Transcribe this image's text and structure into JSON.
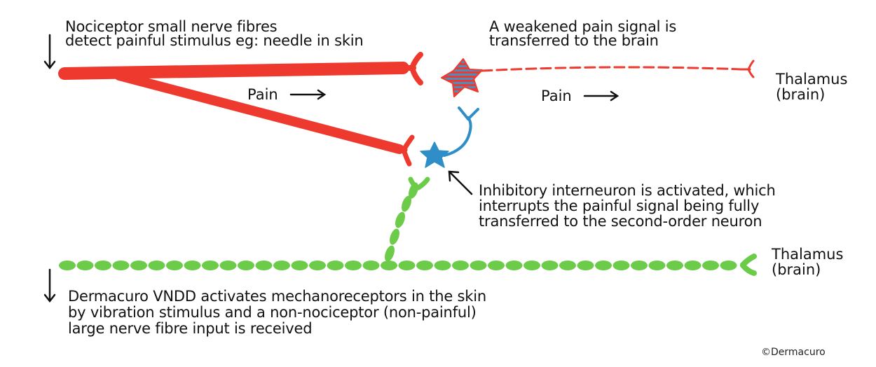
{
  "colors": {
    "nociceptor": "#ee3a2e",
    "interneuron": "#2f8ec7",
    "mechanoreceptor": "#6ccc4a",
    "text": "#111111"
  },
  "texts": {
    "top_left": [
      "Nociceptor small nerve fibres",
      "detect painful stimulus eg: needle in skin"
    ],
    "top_right": [
      "A weakened pain signal is",
      "transferred to the brain"
    ],
    "pain_label_1": "Pain",
    "pain_label_2": "Pain",
    "thalamus_top": [
      "Thalamus",
      "(brain)"
    ],
    "inhibitory": [
      "Inhibitory interneuron is activated, which",
      "interrupts the painful signal being fully",
      "transferred to the second-order neuron"
    ],
    "thalamus_bottom": [
      "Thalamus",
      "(brain)"
    ],
    "bottom_left": [
      "Dermacuro VNDD activates mechanoreceptors in the skin",
      "by vibration stimulus and a non-nociceptor (non-painful)",
      "large nerve fibre input is received"
    ],
    "copyright": "©Dermacuro"
  }
}
